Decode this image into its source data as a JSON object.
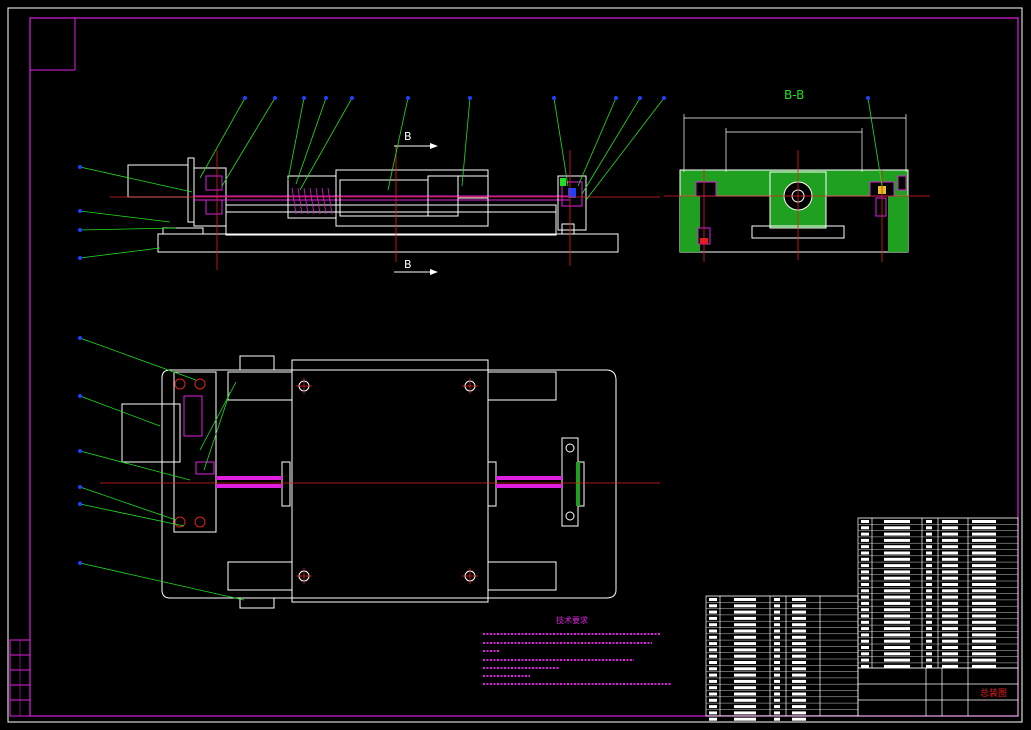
{
  "section_title": "B-B",
  "section_mark": "B",
  "tech_req_title": "技术要求",
  "title_block_name": "总装图",
  "colors": {
    "background": "#000000",
    "outline": "#ffffff",
    "frame": "#e020e0",
    "leader": "#20e020",
    "centerline": "#e02020",
    "section_fill": "#20a020",
    "accent_blue": "#2040ff"
  }
}
